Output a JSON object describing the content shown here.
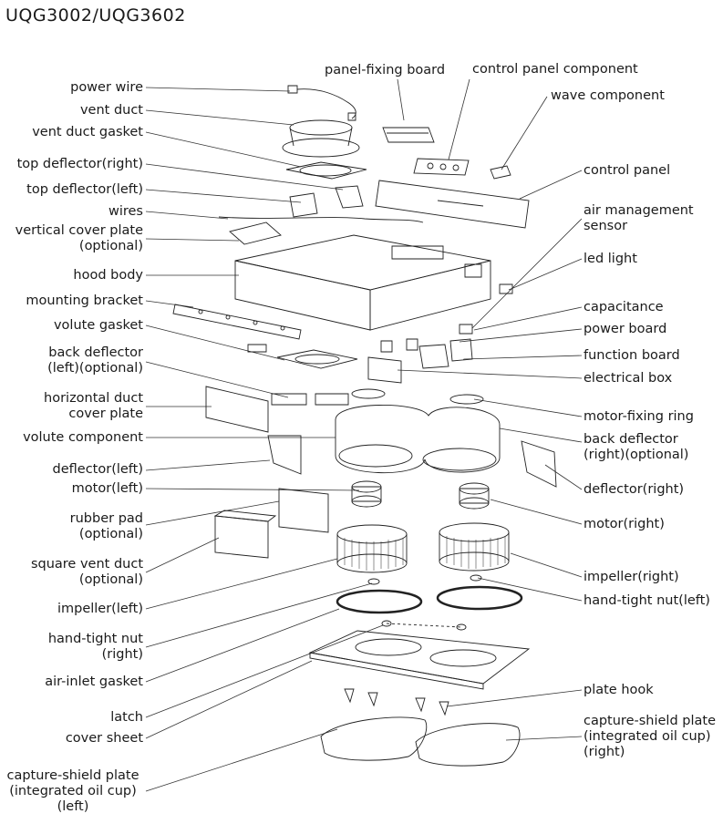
{
  "title": "UQG3002/UQG3602",
  "labels": {
    "power_wire": "power wire",
    "vent_duct": "vent duct",
    "vent_duct_gasket": "vent duct gasket",
    "top_deflector_right": "top deflector(right)",
    "top_deflector_left": "top deflector(left)",
    "wires": "wires",
    "vertical_cover_plate_1": "vertical cover plate",
    "vertical_cover_plate_2": "(optional)",
    "hood_body": "hood body",
    "mounting_bracket": "mounting bracket",
    "volute_gasket": "volute gasket",
    "back_deflector_left_1": "back deflector",
    "back_deflector_left_2": "(left)(optional)",
    "horizontal_duct_cover_1": "horizontal duct",
    "horizontal_duct_cover_2": "cover plate",
    "volute_component": "volute component",
    "deflector_left": "deflector(left)",
    "motor_left": "motor(left)",
    "rubber_pad_1": "rubber pad",
    "rubber_pad_2": "(optional)",
    "square_vent_duct_1": "square vent duct",
    "square_vent_duct_2": "(optional)",
    "impeller_left": "impeller(left)",
    "hand_tight_nut_right_1": "hand-tight nut",
    "hand_tight_nut_right_2": "(right)",
    "air_inlet_gasket": "air-inlet gasket",
    "latch": "latch",
    "cover_sheet": "cover sheet",
    "capture_shield_left_1": "capture-shield plate",
    "capture_shield_left_2": "(integrated oil cup)",
    "capture_shield_left_3": "(left)",
    "panel_fixing_board": "panel-fixing board",
    "control_panel_component": "control panel component",
    "wave_component": "wave component",
    "control_panel": "control panel",
    "air_management_sensor_1": "air management",
    "air_management_sensor_2": "sensor",
    "led_light": "led light",
    "capacitance": "capacitance",
    "power_board": "power board",
    "function_board": "function board",
    "electrical_box": "electrical box",
    "motor_fixing_ring": "motor-fixing ring",
    "back_deflector_right_1": "back deflector",
    "back_deflector_right_2": "(right)(optional)",
    "deflector_right": "deflector(right)",
    "motor_right": "motor(right)",
    "impeller_right": "impeller(right)",
    "hand_tight_nut_left": "hand-tight nut(left)",
    "plate_hook": "plate hook",
    "capture_shield_right_1": "capture-shield plate",
    "capture_shield_right_2": "(integrated oil cup)",
    "capture_shield_right_3": "(right)"
  }
}
